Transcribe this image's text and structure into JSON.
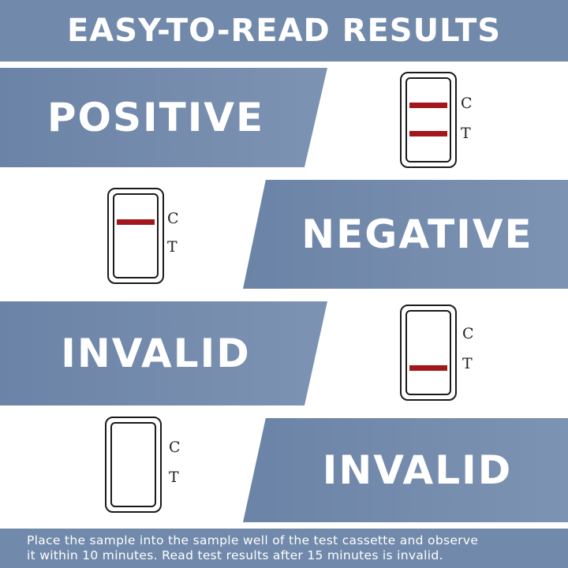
{
  "title": "EASY-TO-READ RESULTS",
  "results": [
    {
      "label": "POSITIVE",
      "lines": [
        "C",
        "T"
      ]
    },
    {
      "label": "NEGATIVE",
      "lines": [
        "C"
      ]
    },
    {
      "label": "INVALID",
      "lines": [
        "T"
      ]
    },
    {
      "label": "INVALID",
      "lines": []
    }
  ],
  "markers": {
    "c": "C",
    "t": "T"
  },
  "footer": {
    "line1": "Place the sample into the sample well of the test cassette and observe",
    "line2": "it within 10 minutes. Read test results after 15 minutes is invalid."
  },
  "colors": {
    "banner": "#7189aa",
    "line": "#a3161c"
  }
}
